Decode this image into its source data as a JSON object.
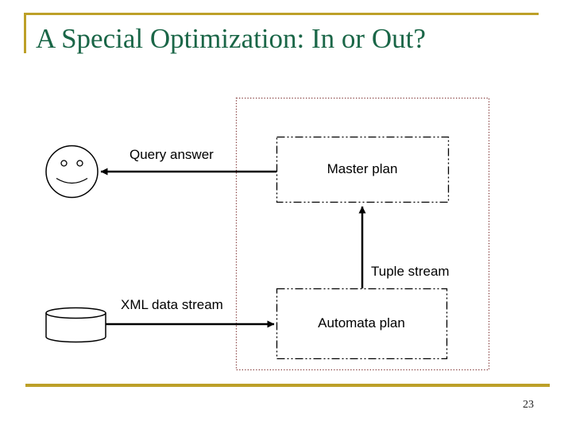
{
  "slide": {
    "title": "A Special Optimization: In or Out?",
    "page_number": "23"
  },
  "diagram": {
    "nodes": [
      {
        "id": "master-plan",
        "label": "Master plan",
        "border_style": "dash-dot-dot"
      },
      {
        "id": "automata-plan",
        "label": "Automata plan",
        "border_style": "dash-dot-dot"
      }
    ],
    "edges": [
      {
        "id": "query-answer",
        "label": "Query answer",
        "from": "master-plan",
        "to": "user-smiley",
        "direction": "left"
      },
      {
        "id": "tuple-stream",
        "label": "Tuple stream",
        "from": "automata-plan",
        "to": "master-plan",
        "direction": "up"
      },
      {
        "id": "xml-data-stream",
        "label": "XML data stream",
        "from": "database",
        "to": "automata-plan",
        "direction": "right"
      }
    ],
    "icons": {
      "user": "smiley-face-icon",
      "source": "database-cylinder-icon"
    },
    "outer_box_style": "dotted"
  },
  "colors": {
    "title_green": "#1A6647",
    "accent_gold": "#BDA028",
    "outer_box_red": "#833A3A",
    "diagram_ink": "#000000"
  }
}
